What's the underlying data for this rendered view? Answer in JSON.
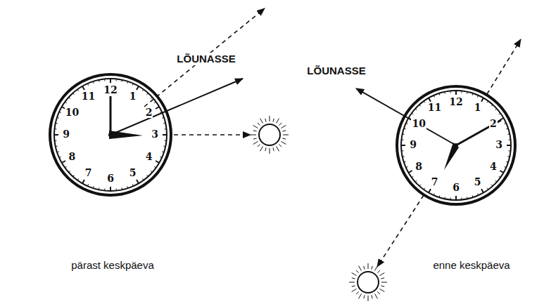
{
  "diagram": {
    "labels": [
      "LÕUNASSE",
      "pärast keskpäeva",
      "12",
      "1",
      "2",
      "3",
      "4",
      "5",
      "6",
      "7",
      "8",
      "9",
      "10",
      "11",
      "LÕUNASSE",
      "enne keskpäeva",
      "12",
      "1",
      "2",
      "3",
      "4",
      "5",
      "6",
      "7",
      "8",
      "9",
      "10",
      "11"
    ]
  }
}
